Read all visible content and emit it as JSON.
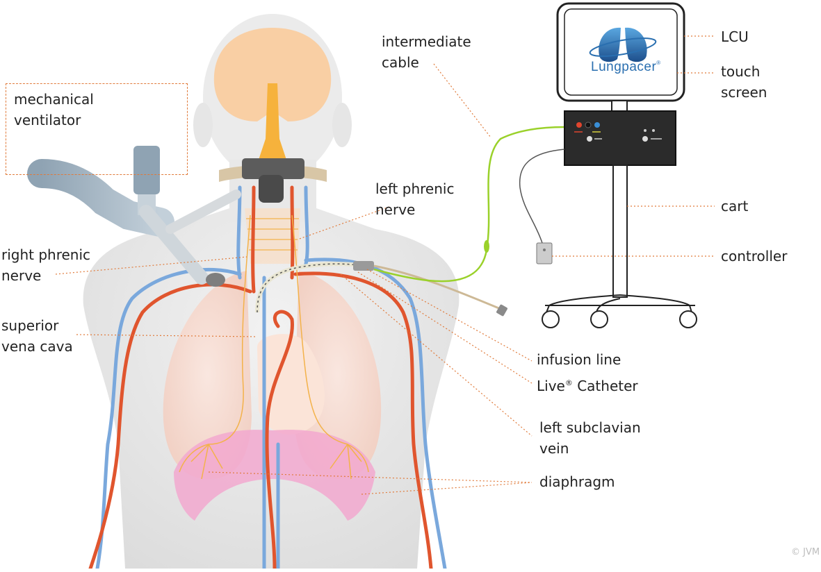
{
  "labels": {
    "mechanical_ventilator": [
      "mechanical",
      "ventilator"
    ],
    "intermediate_cable": [
      "intermediate",
      "cable"
    ],
    "lcu": "LCU",
    "touch_screen": [
      "touch",
      "screen"
    ],
    "left_phrenic_nerve": [
      "left phrenic",
      "nerve"
    ],
    "cart": "cart",
    "right_phrenic_nerve": [
      "right phrenic",
      "nerve"
    ],
    "controller": "controller",
    "superior_vena_cava": [
      "superior",
      "vena cava"
    ],
    "infusion_line": "infusion line",
    "live_catheter": {
      "pre": "Live",
      "mark": "®",
      "post": " Catheter"
    },
    "left_subclavian_vein": [
      "left subclavian",
      "vein"
    ],
    "diaphragm": "diaphragm"
  },
  "logo": {
    "text": "Lungpacer",
    "mark": "®"
  },
  "copyright": "© JVM",
  "colors": {
    "leader_line": "#e07a3a",
    "artery": "#e0552e",
    "vein": "#7aa8dc",
    "nerve": "#f3b24a",
    "diaphragm": "#f2a8cf",
    "cable": "#9ad12a",
    "lung": "#f7d9cf",
    "brain": "#f9c99a",
    "body": "#e4e4e4",
    "console": "#2b2b2b",
    "logo_blue": "#2a6fb0"
  }
}
